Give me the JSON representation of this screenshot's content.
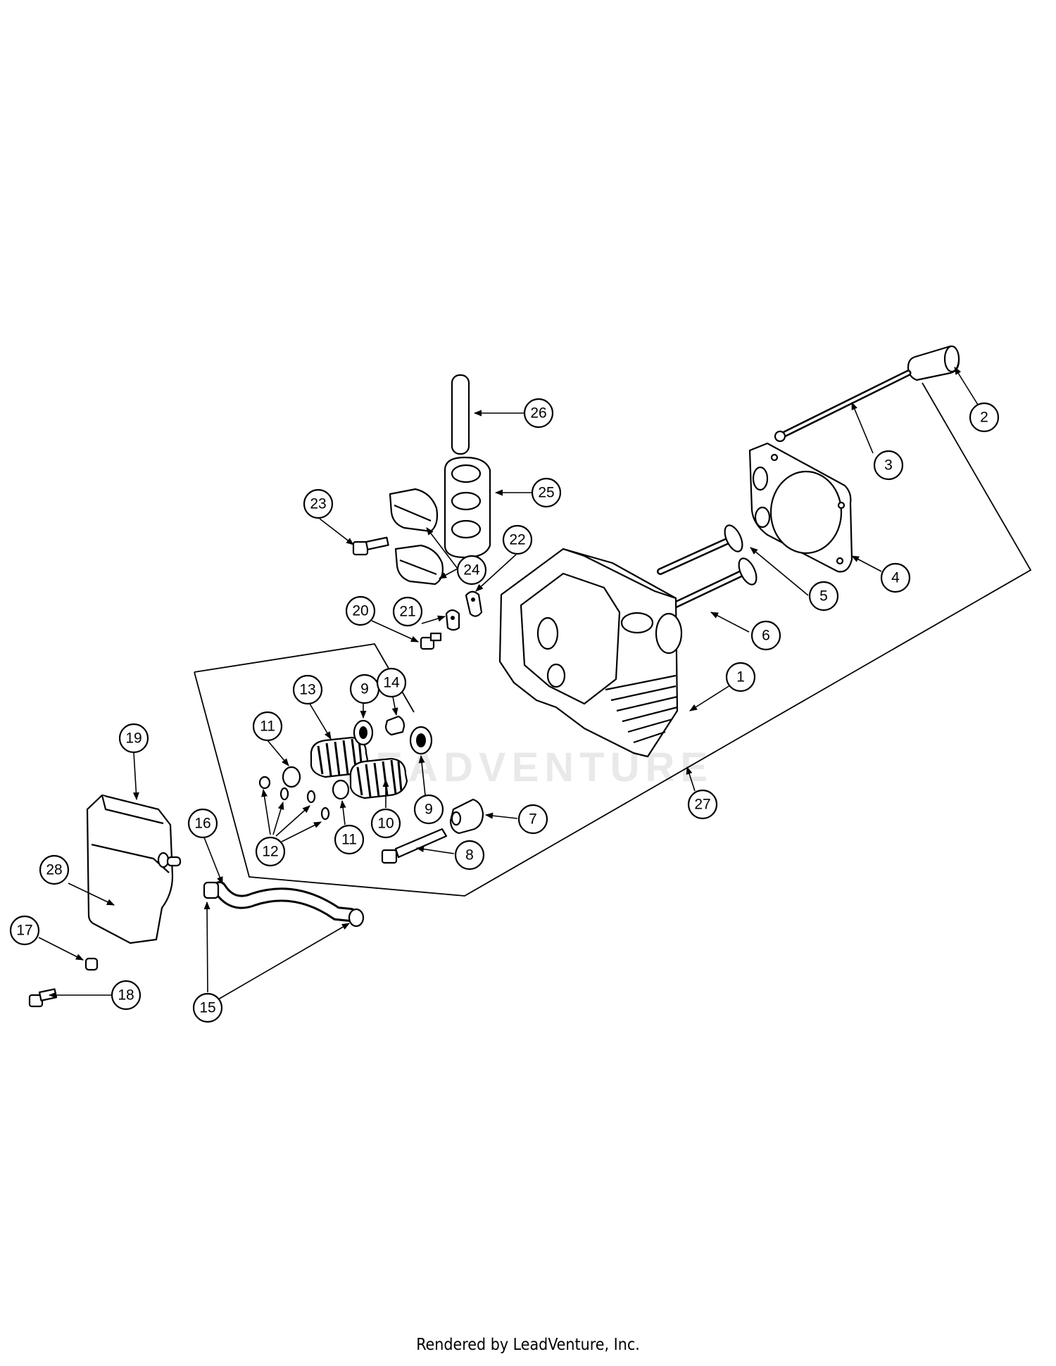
{
  "watermark": "LEADVENTURE",
  "footer": "Rendered by LeadVenture, Inc.",
  "callouts": [
    {
      "id": "1",
      "label": "1"
    },
    {
      "id": "2",
      "label": "2"
    },
    {
      "id": "3",
      "label": "3"
    },
    {
      "id": "4",
      "label": "4"
    },
    {
      "id": "5",
      "label": "5"
    },
    {
      "id": "6",
      "label": "6"
    },
    {
      "id": "7",
      "label": "7"
    },
    {
      "id": "8",
      "label": "8"
    },
    {
      "id": "9a",
      "label": "9"
    },
    {
      "id": "9b",
      "label": "9"
    },
    {
      "id": "10",
      "label": "10"
    },
    {
      "id": "11a",
      "label": "11"
    },
    {
      "id": "11b",
      "label": "11"
    },
    {
      "id": "12",
      "label": "12"
    },
    {
      "id": "13",
      "label": "13"
    },
    {
      "id": "14",
      "label": "14"
    },
    {
      "id": "15",
      "label": "15"
    },
    {
      "id": "16",
      "label": "16"
    },
    {
      "id": "17",
      "label": "17"
    },
    {
      "id": "18",
      "label": "18"
    },
    {
      "id": "19",
      "label": "19"
    },
    {
      "id": "20",
      "label": "20"
    },
    {
      "id": "21",
      "label": "21"
    },
    {
      "id": "22",
      "label": "22"
    },
    {
      "id": "23",
      "label": "23"
    },
    {
      "id": "24",
      "label": "24"
    },
    {
      "id": "25",
      "label": "25"
    },
    {
      "id": "26",
      "label": "26"
    },
    {
      "id": "27",
      "label": "27"
    },
    {
      "id": "28",
      "label": "28"
    }
  ]
}
